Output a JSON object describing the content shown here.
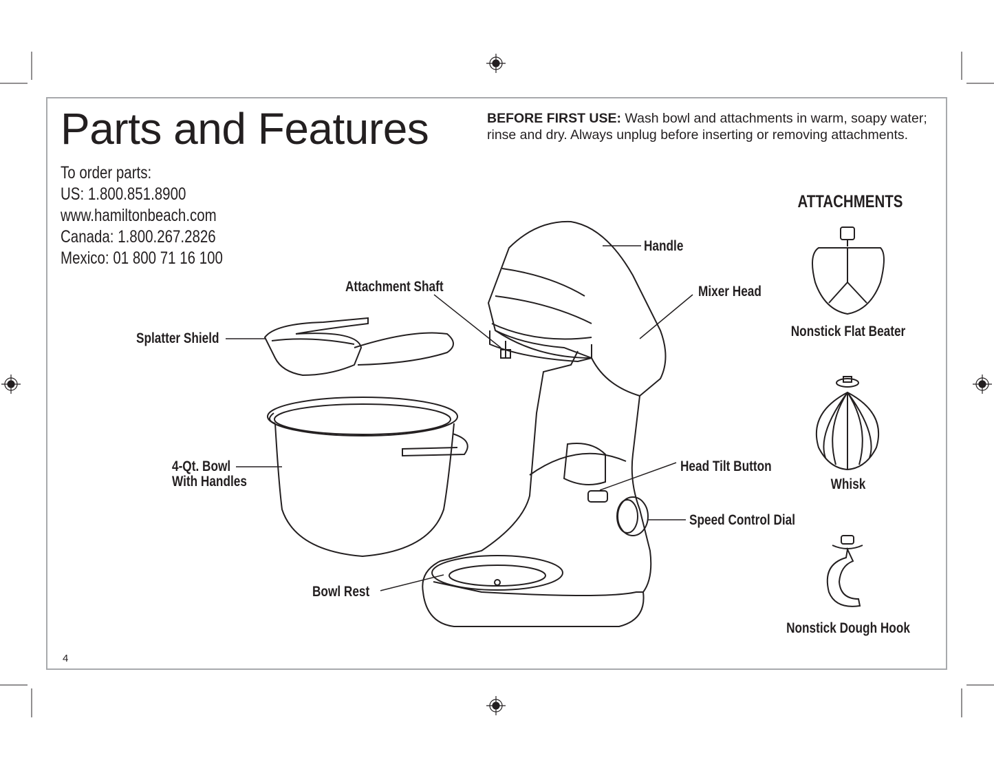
{
  "title": "Parts and Features",
  "order": {
    "heading": "To order parts:",
    "us": "US: 1.800.851.8900",
    "web": "www.hamiltonbeach.com",
    "canada": "Canada: 1.800.267.2826",
    "mexico": "Mexico: 01 800 71 16 100"
  },
  "before_first_use": {
    "label": "BEFORE FIRST USE:",
    "text": " Wash bowl and attachments in warm, soapy water; rinse and dry. Always unplug before inserting or removing attachments."
  },
  "attachments": {
    "heading": "ATTACHMENTS",
    "items": [
      "Nonstick Flat Beater",
      "Whisk",
      "Nonstick Dough Hook"
    ]
  },
  "parts": {
    "handle": "Handle",
    "mixer_head": "Mixer Head",
    "attachment_shaft": "Attachment Shaft",
    "splatter_shield": "Splatter Shield",
    "bowl_line1": "4-Qt. Bowl",
    "bowl_line2": "With Handles",
    "head_tilt_button": "Head Tilt Button",
    "speed_control_dial": "Speed Control Dial",
    "bowl_rest": "Bowl Rest"
  },
  "page_number": "4"
}
